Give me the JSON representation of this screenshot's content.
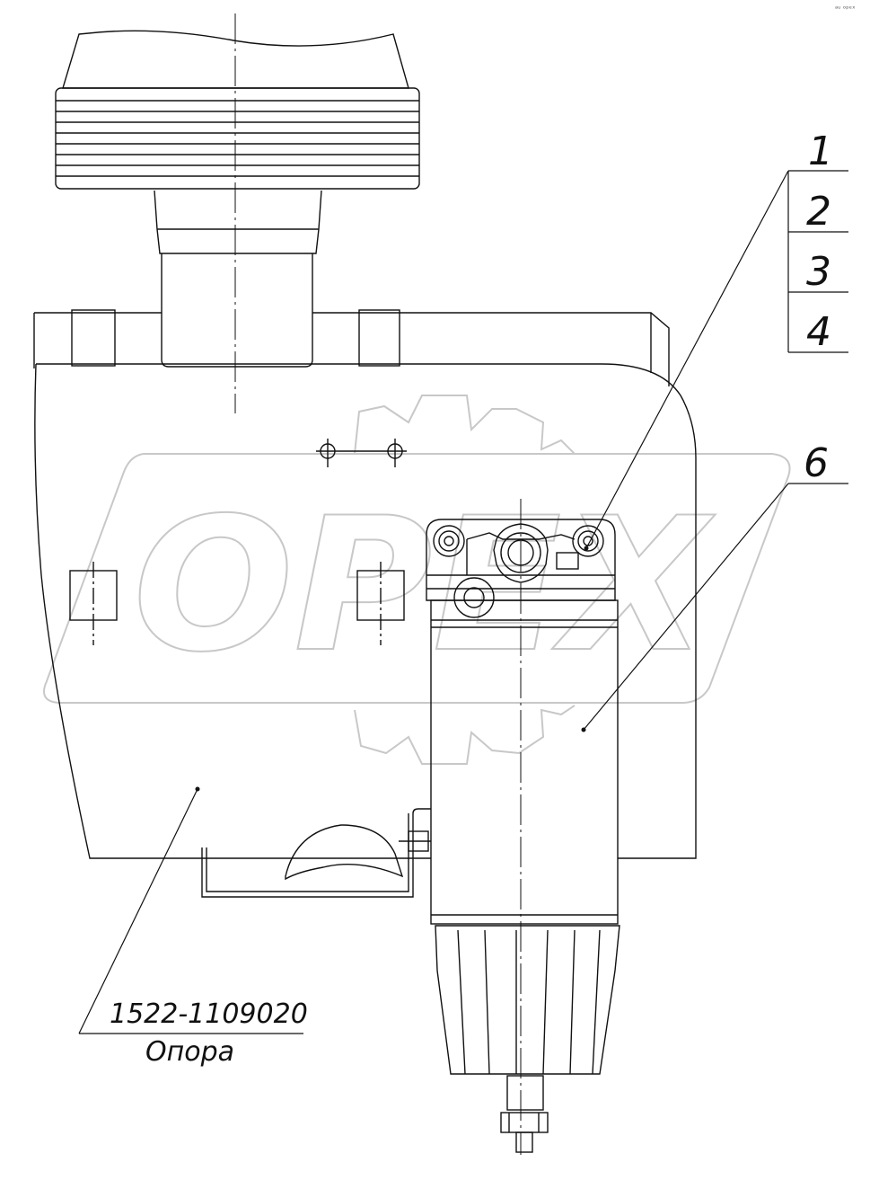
{
  "corner_mark": "ᵃᵘ ᵒᵖᵉˣ",
  "callouts": {
    "c1": "1",
    "c2": "2",
    "c3": "3",
    "c4": "4",
    "c6": "6"
  },
  "part": {
    "number": "1522-1109020",
    "name": "Опора"
  },
  "watermark": {
    "text": "OPEX",
    "color": "#c8c8c8"
  },
  "colors": {
    "line": "#111111",
    "background": "#ffffff"
  }
}
